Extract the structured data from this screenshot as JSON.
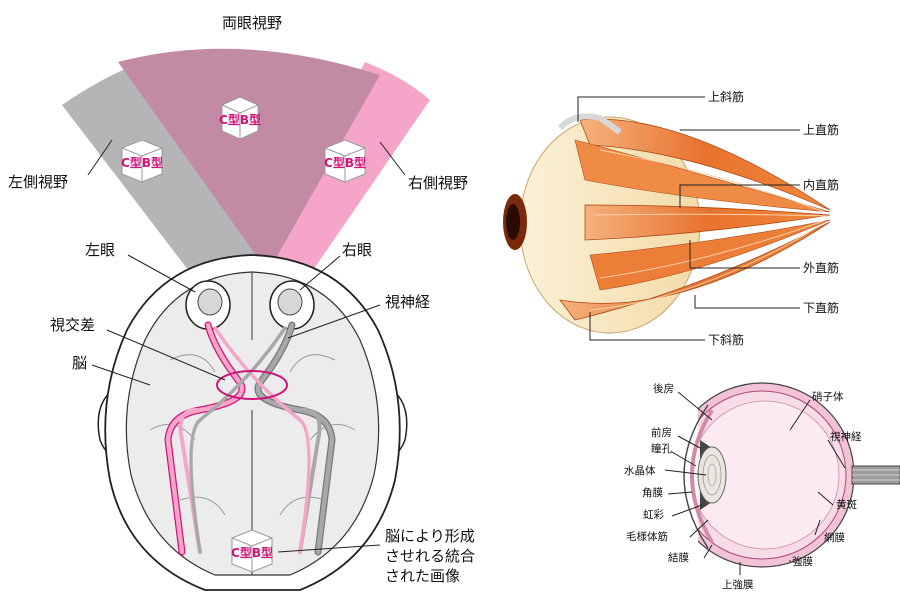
{
  "vision_diagram": {
    "binocular_field": "両眼視野",
    "left_field": "左側視野",
    "right_field": "右側視野",
    "left_eye": "左眼",
    "right_eye": "右眼",
    "optic_chiasm": "視交差",
    "optic_nerve": "視神経",
    "brain": "脳",
    "integrated_image": [
      "脳により形成",
      "させれる統合",
      "された画像"
    ],
    "cube_glyph": "C型B型"
  },
  "eye_muscles": {
    "superior_oblique": "上斜筋",
    "superior_rectus": "上直筋",
    "medial_rectus": "内直筋",
    "lateral_rectus": "外直筋",
    "inferior_rectus": "下直筋",
    "inferior_oblique": "下斜筋"
  },
  "eyeball": {
    "posterior_chamber": "後房",
    "vitreous_body": "硝子体",
    "anterior_chamber": "前房",
    "pupil": "瞳孔",
    "optic_nerve": "視神経",
    "lens": "水晶体",
    "cornea": "角膜",
    "macula": "黄斑",
    "iris": "虹彩",
    "retina": "網膜",
    "ciliary_body": "毛様体筋",
    "conjunctiva": "結膜",
    "sclera": "強膜",
    "episclera": "上強膜"
  },
  "colors": {
    "pink": "#f5a6c8",
    "mauve": "#c28ba3",
    "gray": "#b5b5b7",
    "muscle": "#e8722e",
    "magenta": "#d0157a"
  }
}
